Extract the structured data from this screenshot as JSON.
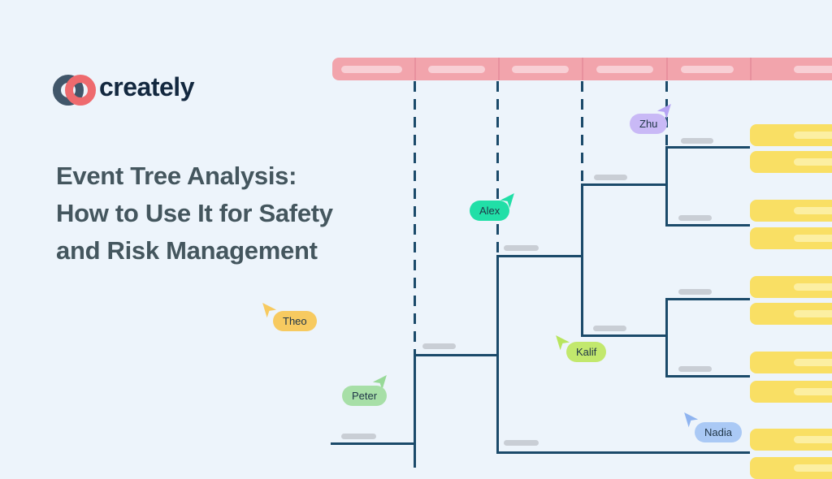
{
  "page": {
    "background_color": "#edf4fb"
  },
  "brand": {
    "logo_text": "creately",
    "logo_text_color": "#13283f",
    "mark_left_ring_color": "#41566a",
    "mark_right_ring_color": "#ee6a6e"
  },
  "headline": {
    "text": "Event Tree Analysis: How to Use It for Safety and Risk Management",
    "lines": [
      "Event Tree Analysis:",
      "How to Use It for Safety",
      "and Risk Management"
    ],
    "color": "#44565e"
  },
  "diagram": {
    "colors": {
      "connector_line": "#1b4a6a",
      "header_segment": "#f2a4ac",
      "header_divider": "#e8919e",
      "header_placeholder": "#f8cfd5",
      "node_placeholder": "#c9ced5",
      "outcome_card": "#f9df64",
      "outcome_placeholder": "#fcefa2"
    },
    "header_segment_count": 6,
    "outcome_card_count": 10,
    "cursors": [
      {
        "name": "Zhu",
        "color": "#c9b9f6",
        "arrow_color": "#b6a4f4",
        "arrow_dir": "ne"
      },
      {
        "name": "Alex",
        "color": "#21dfa7",
        "arrow_color": "#21dfa7",
        "arrow_dir": "ne"
      },
      {
        "name": "Theo",
        "color": "#f7ca60",
        "arrow_color": "#f7ca60",
        "arrow_dir": "nw"
      },
      {
        "name": "Kalif",
        "color": "#c2e86d",
        "arrow_color": "#b8e55e",
        "arrow_dir": "nw"
      },
      {
        "name": "Peter",
        "color": "#a7dfa7",
        "arrow_color": "#98d998",
        "arrow_dir": "ne"
      },
      {
        "name": "Nadia",
        "color": "#aac9f5",
        "arrow_color": "#8fb4f0",
        "arrow_dir": "nw"
      }
    ]
  }
}
